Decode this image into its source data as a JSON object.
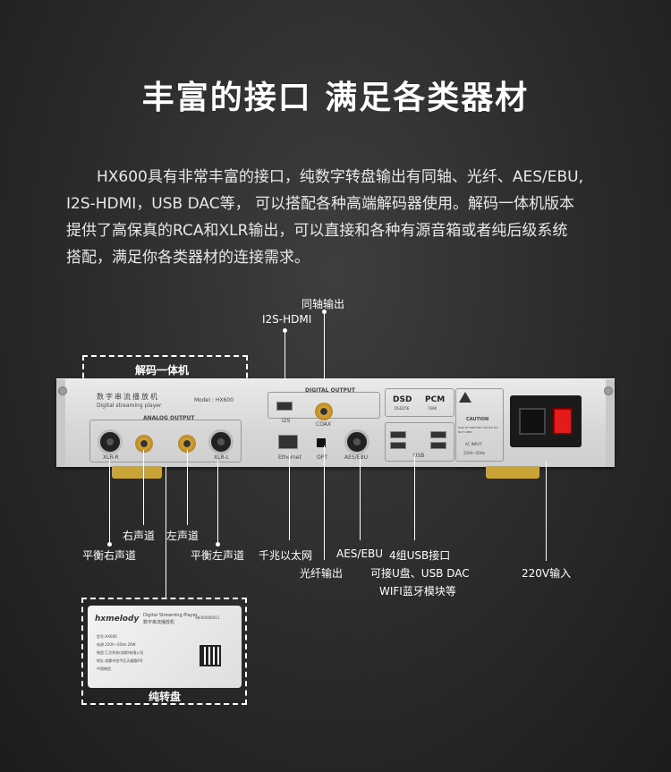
{
  "title": "丰富的接口  满足各类器材",
  "description": {
    "line1": "HX600具有非常丰富的接口，纯数字转盘输出有同轴、光纤、AES/EBU,",
    "line2": "I2S-HDMI，USB DAC等， 可以搭配各种高端解码器使用。解码一体机版本",
    "line3": "提供了高保真的RCA和XLR输出，可以直接和各种有源音箱或者纯后级系统",
    "line4": "搭配，满足你各类器材的连接需求。"
  },
  "device": {
    "brand_cn": "数字串流播放机",
    "brand_en": "Digital streaming player",
    "model": "Model : HX600",
    "analog_output": "ANALOG OUTPUT",
    "digital_output": "DIGITAL OUTPUT",
    "xlr_r": "XLR-R",
    "xlr_l": "XLR-L",
    "i2s": "I2S",
    "coax": "COAX",
    "ethernet": "Ethernet",
    "opt": "OPT",
    "aesebu": "AES/EBU",
    "usb": "USB",
    "dsd": "DSD",
    "dsd_sub": "DSD256",
    "pcm": "PCM",
    "pcm_sub": "768K",
    "caution": "CAUTION",
    "warning": "RISK OF ELECTRIC SHOCK DO NOT OPEN",
    "ac_input": "AC INPUT",
    "voltage": "220V~50Hz"
  },
  "labels": {
    "coax_out": "同轴输出",
    "i2s_hdmi": "I2S-HDMI",
    "decoder_combo": "解码一体机",
    "balanced_right": "平衡右声道",
    "right_channel": "右声道",
    "left_channel": "左声道",
    "balanced_left": "平衡左声道",
    "gigabit_lan": "千兆以太网",
    "optical_out": "光纤输出",
    "aes_ebu": "AES/EBU",
    "usb_ports": "4组USB接口",
    "usb_desc1": "可接U盘、USB DAC",
    "usb_desc2": "WIFI蓝牙模块等",
    "ac_220v": "220V输入",
    "pure_transport": "纯转盘"
  },
  "plate": {
    "brand": "hxmelody",
    "product_en": "Digital Streaming Player",
    "product_cn": "数字串流播放机",
    "serial": "SN:60000011",
    "model": "型号  HX600",
    "power": "电源  220V~50Hz  20W",
    "maker": "制造  汇芯科技(成都)有限公司",
    "address": "地址  成都市金牛区天盛路8号",
    "origin": "中国制造"
  }
}
